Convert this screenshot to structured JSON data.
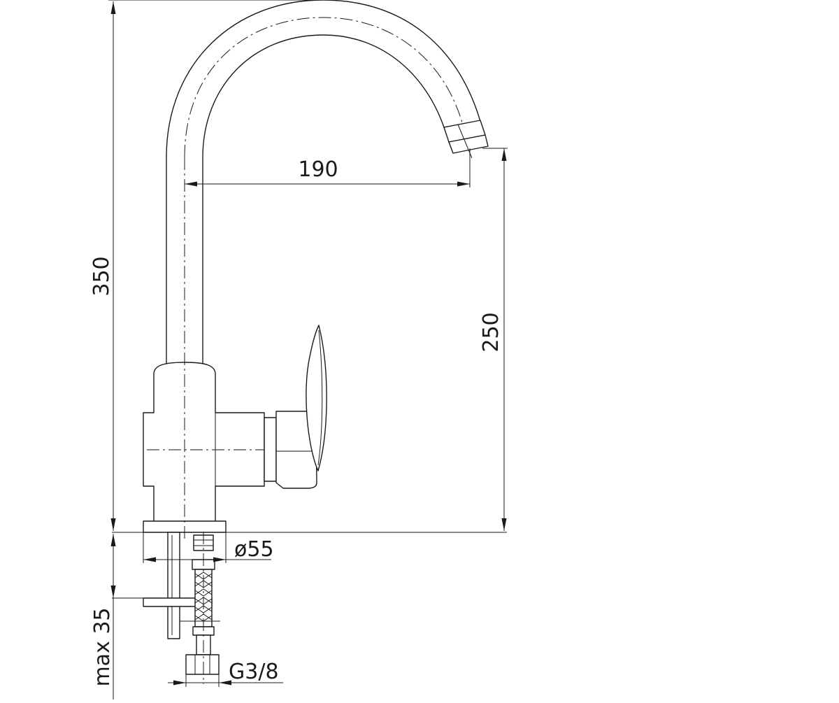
{
  "drawing": {
    "colors": {
      "line": "#1a1a1a",
      "background": "#ffffff"
    },
    "dimensions": {
      "total_height": "350",
      "spout_reach": "190",
      "spout_height": "250",
      "base_diameter": "ø55",
      "max_counter_thickness": "max 35",
      "connection_thread": "G3/8"
    }
  }
}
